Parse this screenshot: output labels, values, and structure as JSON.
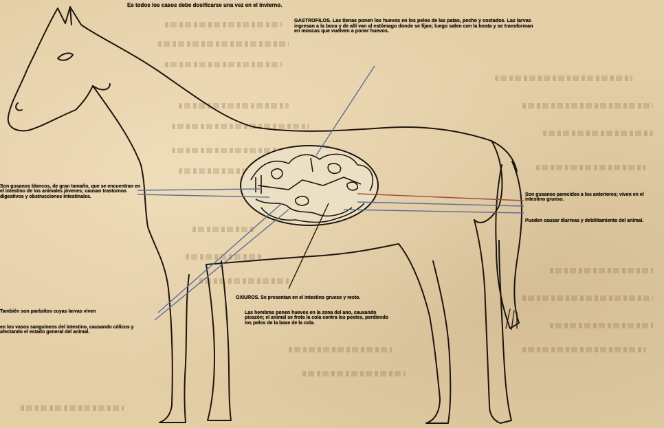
{
  "texts": {
    "caption_top": "Es todos los casos debe dosificarse una vez en el invierno.",
    "gastrofilos": "GASTROFILOS. Las tienas ponen los huevos en los pelos de las patas, pecho y costados. Las larvas ingresan a la boca y de allí van al estómago donde se fijan; luego salen con la bosta y se transforman en moscas que vuelven a poner huevos.",
    "left_block": "Son gusanos blancos, de gran tamaño, que se encuentran en el intestino de los animales jóvenes; causan trastornos digestivos y obstrucciones intestinales.",
    "right_block": "Son gusanos parecidos a los anteriores; viven en el intestino grueso.",
    "right_block2": "Pueden causar diarreas y debilitamiento del animal.",
    "larva": "También son parásitos cuyas larvas viven",
    "larva2": "en los vasos sanguíneos del intestino, causando cólicos y afectando el estado general del animal.",
    "oxiuros": "OXIUROS. Se presentan en el intestino grueso y recto.",
    "oxiuros2": "Las hembras ponen huevos en la zona del ano, causando picazón; el animal se frota la cola contra los postes, perdiendo los pelos de la base de la cola."
  },
  "colors": {
    "paper": "#e3cea6",
    "ink": "#1d150c",
    "pointer_blue": "#5a6e96",
    "pointer_red": "#a04b3c"
  }
}
